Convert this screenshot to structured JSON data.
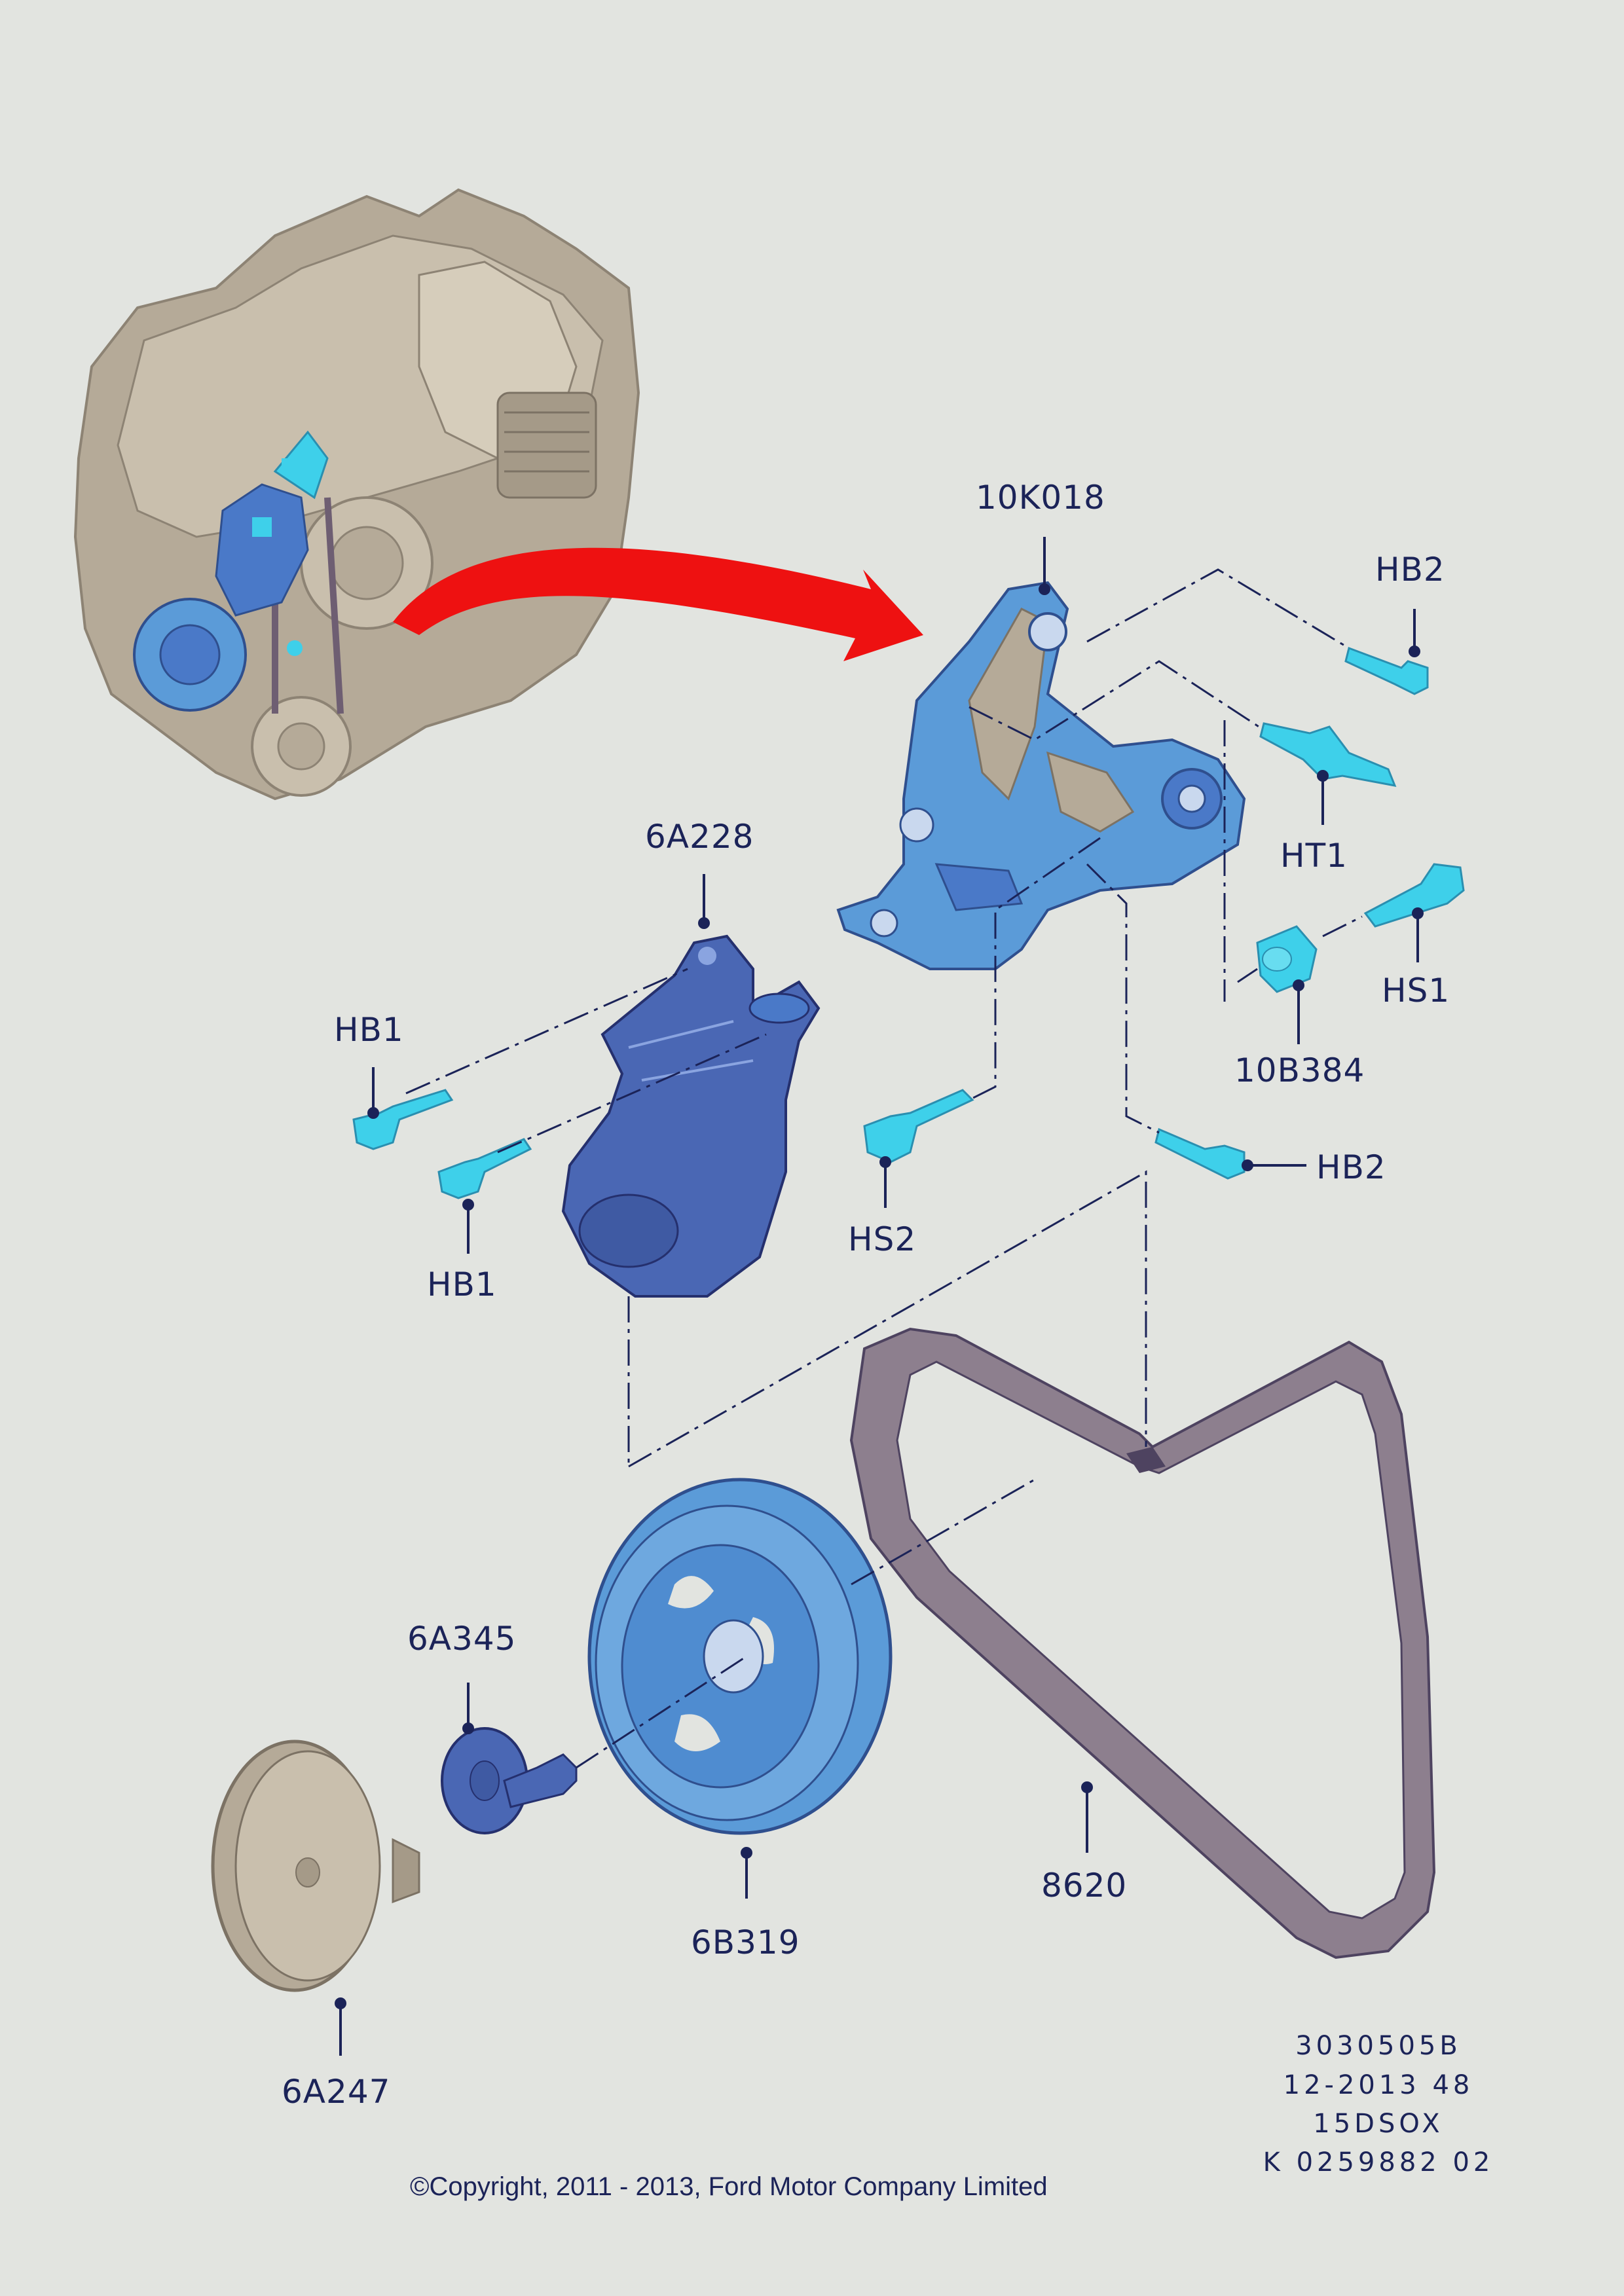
{
  "labels": {
    "p10K018": "10K018",
    "hb2_top": "HB2",
    "ht1": "HT1",
    "hs1": "HS1",
    "p10B384": "10B384",
    "p6A228": "6A228",
    "hb1_top": "HB1",
    "hb1_bottom": "HB1",
    "hs2": "HS2",
    "hb2_mid": "HB2",
    "p6A345": "6A345",
    "p6B319": "6B319",
    "p8620": "8620",
    "p6A247": "6A247"
  },
  "reference": {
    "line1": "3030505B",
    "line2": "12-2013 48",
    "line3": "15DSOX",
    "line4": "K 0259882 02"
  },
  "copyright": "©Copyright, 2011 - 2013, Ford Motor Company Limited",
  "colors": {
    "background": "#e2e4e0",
    "label_text": "#1b2358",
    "part_blue": "#5b9bd8",
    "part_cyan": "#3ed0ea",
    "engine_beige": "#b5aa98",
    "belt": "#8d7f8e",
    "arrow": "#ee1111"
  },
  "icons": {
    "arrow": "red-curved-arrow-icon"
  }
}
